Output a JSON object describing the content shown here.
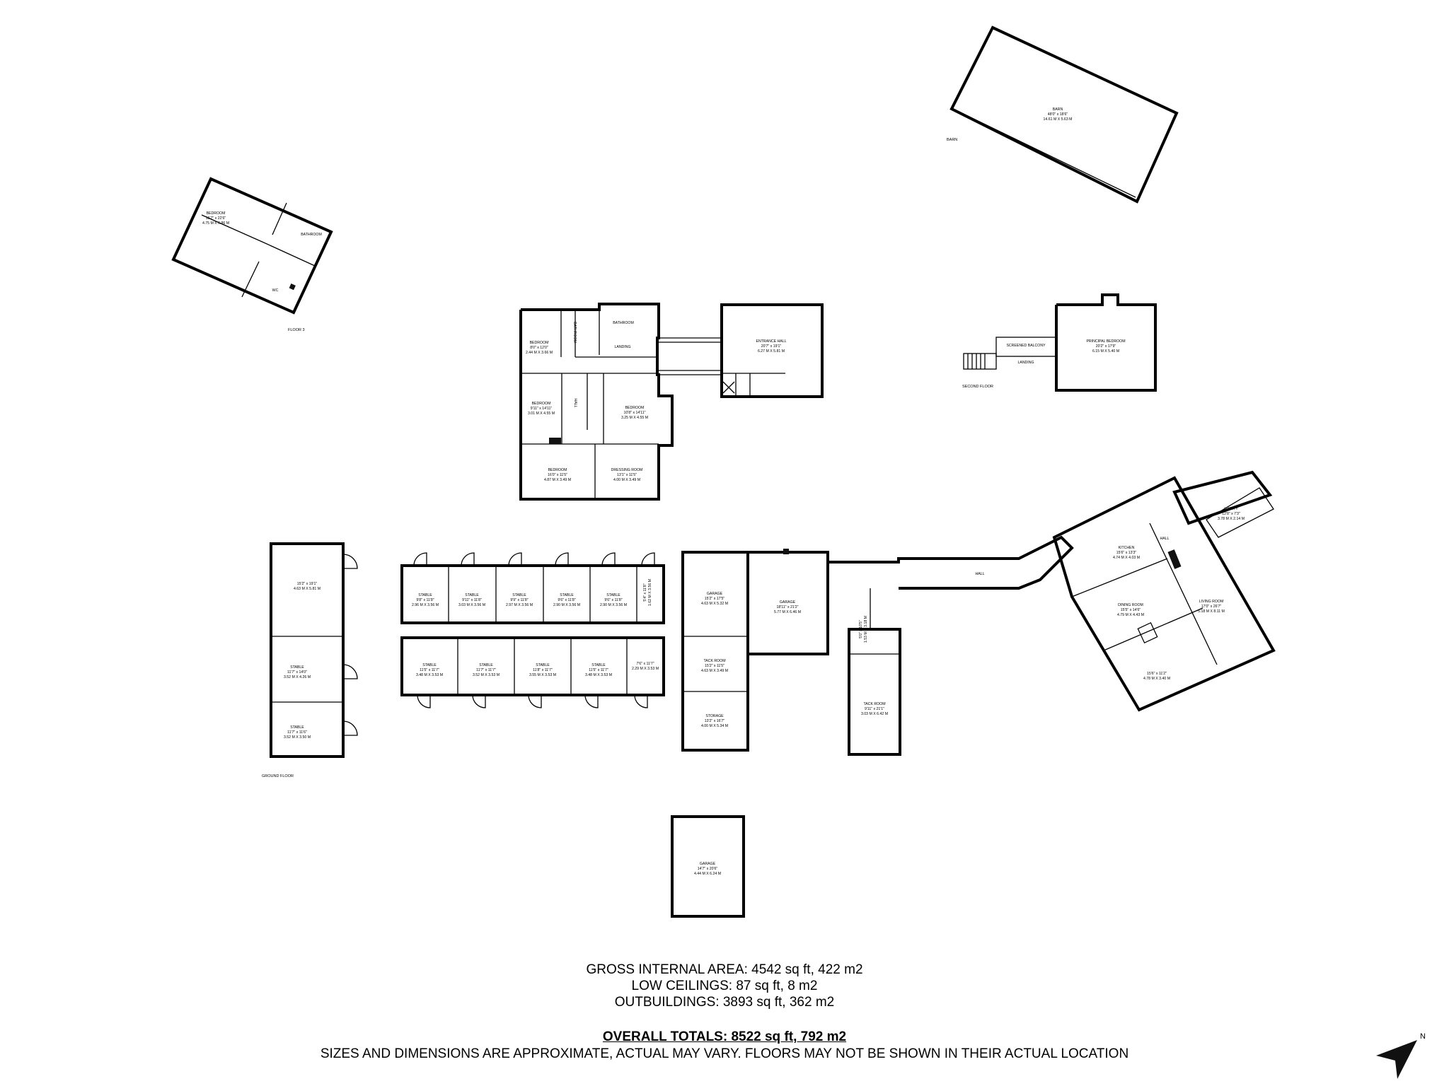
{
  "floors": {
    "floor3": "FLOOR 3",
    "second": "SECOND FLOOR",
    "ground": "GROUND FLOOR"
  },
  "rooms": {
    "barn": {
      "name": "BARN",
      "imperial": "48'0\" x 18'6\"",
      "metric": "14.61 M X 5.63 M"
    },
    "barn_tag": "BARN",
    "f3_bedroom": {
      "name": "BEDROOM",
      "imperial": "15'7\" x 22'6\"",
      "metric": "4.75 M X 6.86 M"
    },
    "f3_bathroom": {
      "name": "BATHROOM"
    },
    "f3_wc": {
      "name": "WC"
    },
    "bedroom_a": {
      "name": "BEDROOM",
      "imperial": "8'0\" x 12'0\"",
      "metric": "2.44 M X 3.66 M"
    },
    "bathroom_a": {
      "name": "BATHROOM"
    },
    "bathroom_b": {
      "name": "BATHROOM"
    },
    "landing": {
      "name": "LANDING"
    },
    "hall_a": {
      "name": "HALL"
    },
    "bedroom_b": {
      "name": "BEDROOM",
      "imperial": "9'11\" x 14'11\"",
      "metric": "3.01 M X 4.55 M"
    },
    "bedroom_c": {
      "name": "BEDROOM",
      "imperial": "10'8\" x 14'11\"",
      "metric": "3.25 M X 4.55 M"
    },
    "bedroom_d": {
      "name": "BEDROOM",
      "imperial": "16'0\" x 11'5\"",
      "metric": "4.87 M X 3.49 M"
    },
    "dressing_room": {
      "name": "DRESSING ROOM",
      "imperial": "13'1\" x 11'5\"",
      "metric": "4.00 M X 3.49 M"
    },
    "entrance_hall": {
      "name": "ENTRANCE HALL",
      "imperial": "20'7\" x 19'1\"",
      "metric": "6.27 M X 5.81 M"
    },
    "screened_balcony": {
      "name": "SCREENED BALCONY"
    },
    "landing_2": {
      "name": "LANDING"
    },
    "principal_bedroom": {
      "name": "PRINCIPAL BEDROOM",
      "imperial": "20'2\" x 17'9\"",
      "metric": "6.15 M X 5.40 M"
    },
    "large_outbuilding": {
      "name": "",
      "imperial": "15'2\" x 19'1\"",
      "metric": "4.63 M X 5.81 M"
    },
    "stable_l1": {
      "name": "STABLE",
      "imperial": "11'7\" x 14'0\"",
      "metric": "3.52 M X 4.26 M"
    },
    "stable_l2": {
      "name": "STABLE",
      "imperial": "11'7\" x 11'6\"",
      "metric": "3.52 M X 3.50 M"
    },
    "stables_top": [
      {
        "name": "STABLE",
        "imperial": "9'8\" x 11'8\"",
        "metric": "2.96 M X 3.56 M"
      },
      {
        "name": "STABLE",
        "imperial": "9'11\" x 11'8\"",
        "metric": "3.03 M X 3.56 M"
      },
      {
        "name": "STABLE",
        "imperial": "9'9\" x 11'8\"",
        "metric": "2.97 M X 3.56 M"
      },
      {
        "name": "STABLE",
        "imperial": "9'6\" x 11'8\"",
        "metric": "2.90 M X 3.56 M"
      },
      {
        "name": "STABLE",
        "imperial": "9'6\" x 11'8\"",
        "metric": "2.90 M X 3.56 M"
      }
    ],
    "stable_top_small": {
      "imperial": "5'4\" x 11'8\"",
      "metric": "1.62 M X 3.56 M"
    },
    "stables_bottom": [
      {
        "name": "STABLE",
        "imperial": "11'5\" x 11'7\"",
        "metric": "3.48 M X 3.53 M"
      },
      {
        "name": "STABLE",
        "imperial": "11'7\" x 11'7\"",
        "metric": "3.52 M X 3.53 M"
      },
      {
        "name": "STABLE",
        "imperial": "11'8\" x 11'7\"",
        "metric": "3.55 M X 3.53 M"
      },
      {
        "name": "STABLE",
        "imperial": "11'5\" x 11'7\"",
        "metric": "3.48 M X 3.53 M"
      }
    ],
    "stable_bottom_small": {
      "imperial": "7'6\" x 11'7\"",
      "metric": "2.29 M X 3.53 M"
    },
    "garage_a": {
      "name": "GARAGE",
      "imperial": "15'2\" x 17'5\"",
      "metric": "4.63 M X 5.32 M"
    },
    "garage_b": {
      "name": "GARAGE",
      "imperial": "18'11\" x 21'2\"",
      "metric": "5.77 M X 6.46 M"
    },
    "tack_room_a": {
      "name": "TACK ROOM",
      "imperial": "15'2\" x 11'5\"",
      "metric": "4.63 M X 3.49 M"
    },
    "storage": {
      "name": "STORAGE",
      "imperial": "13'2\" x 16'7\"",
      "metric": "4.00 M X 5.34 M"
    },
    "small_store": {
      "imperial": "5'0\" x 10'5\"",
      "metric": "1.53 M X 3.18 M"
    },
    "tack_room_b": {
      "name": "TACK ROOM",
      "imperial": "9'11\" x 21'1\"",
      "metric": "3.03 M X 6.42 M"
    },
    "hall_main": {
      "name": "HALL"
    },
    "kitchen": {
      "name": "KITCHEN",
      "imperial": "15'6\" x 13'3\"",
      "metric": "4.74 M X 4.03 M"
    },
    "utility": {
      "name": "UTILITY",
      "imperial": "12'8\" x 7'3\"",
      "metric": "3.78 M X 2.14 M"
    },
    "hall_b": {
      "name": "HALL"
    },
    "dining_room": {
      "name": "DINING ROOM",
      "imperial": "15'5\" x 14'6\"",
      "metric": "4.79 M X 4.43 M"
    },
    "living_room": {
      "name": "LIVING ROOM",
      "imperial": "17'0\" x 26'7\"",
      "metric": "5.18 M X 8.11 M"
    },
    "room_se": {
      "name": "",
      "imperial": "15'6\" x 11'2\"",
      "metric": "4.78 M X 3.40 M"
    },
    "garage_c": {
      "name": "GARAGE",
      "imperial": "14'7\" x 20'6\"",
      "metric": "4.44 M X 6.24 M"
    }
  },
  "totals": {
    "gross_internal": "GROSS INTERNAL AREA: 4542 sq ft, 422 m2",
    "low_ceilings": "LOW CEILINGS: 87  sq ft, 8 m2",
    "outbuildings": "OUTBUILDINGS: 3893 sq ft, 362 m2",
    "overall": "OVERALL TOTALS: 8522 sq ft, 792 m2",
    "disclaimer": "SIZES AND DIMENSIONS ARE APPROXIMATE, ACTUAL MAY VARY.  FLOORS MAY NOT BE SHOWN IN THEIR ACTUAL LOCATION"
  },
  "compass": {
    "label": "N",
    "icon": "north-arrow-icon"
  }
}
